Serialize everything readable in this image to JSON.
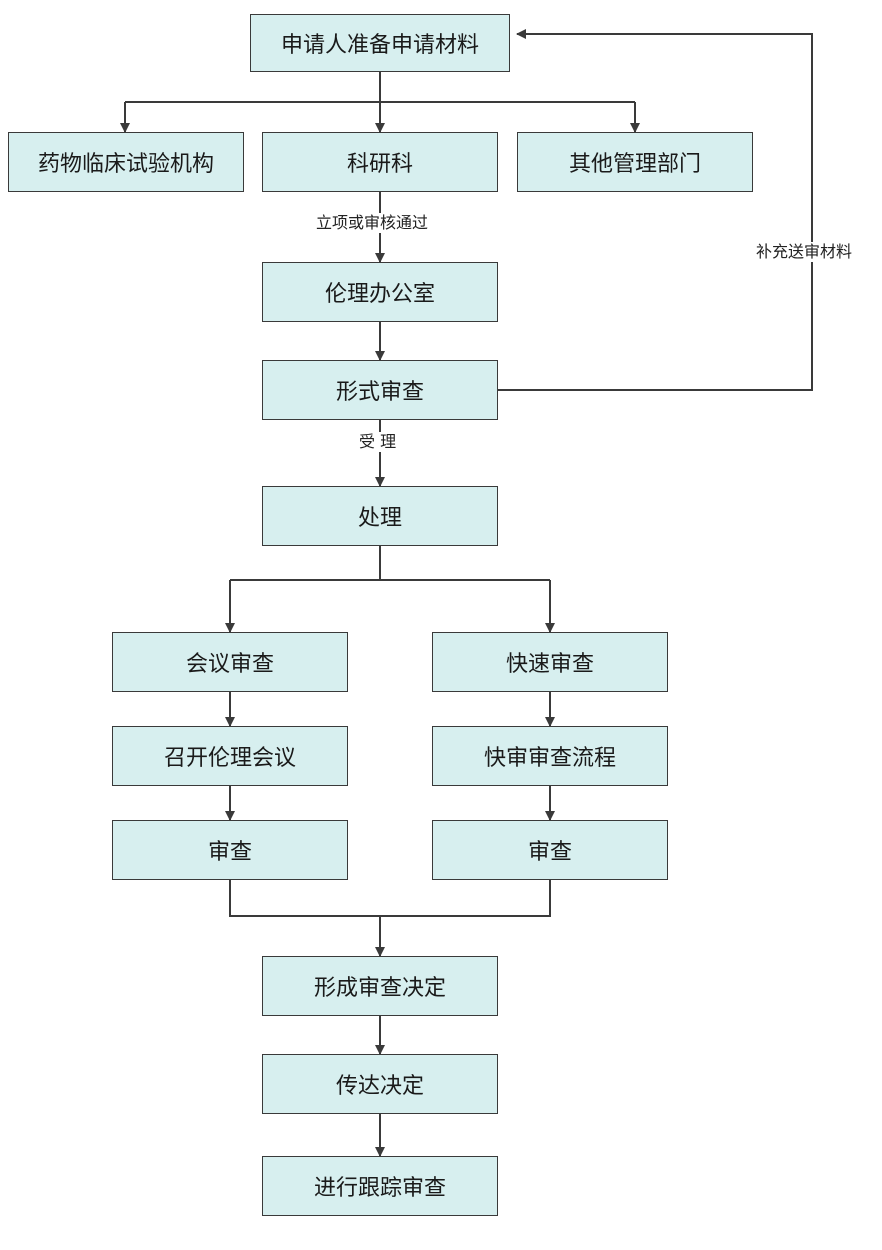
{
  "colors": {
    "box_fill": "#d7efef",
    "line": "#3a3a3a"
  },
  "nodes": {
    "applicant": "申请人准备申请材料",
    "drug_trial": "药物临床试验机构",
    "research": "科研科",
    "other_dept": "其他管理部门",
    "ethics_office": "伦理办公室",
    "formal_review": "形式审查",
    "handling": "处理",
    "meeting_review": "会议审查",
    "fast_review": "快速审查",
    "hold_meeting": "召开伦理会议",
    "fast_process": "快审审查流程",
    "review_left": "审查",
    "review_right": "审查",
    "decision": "形成审查决定",
    "convey": "传达决定",
    "tracking": "进行跟踪审查"
  },
  "edge_labels": {
    "approved": "立项或审核通过",
    "accepted": "受 理",
    "supplement": "补充送审材料"
  }
}
